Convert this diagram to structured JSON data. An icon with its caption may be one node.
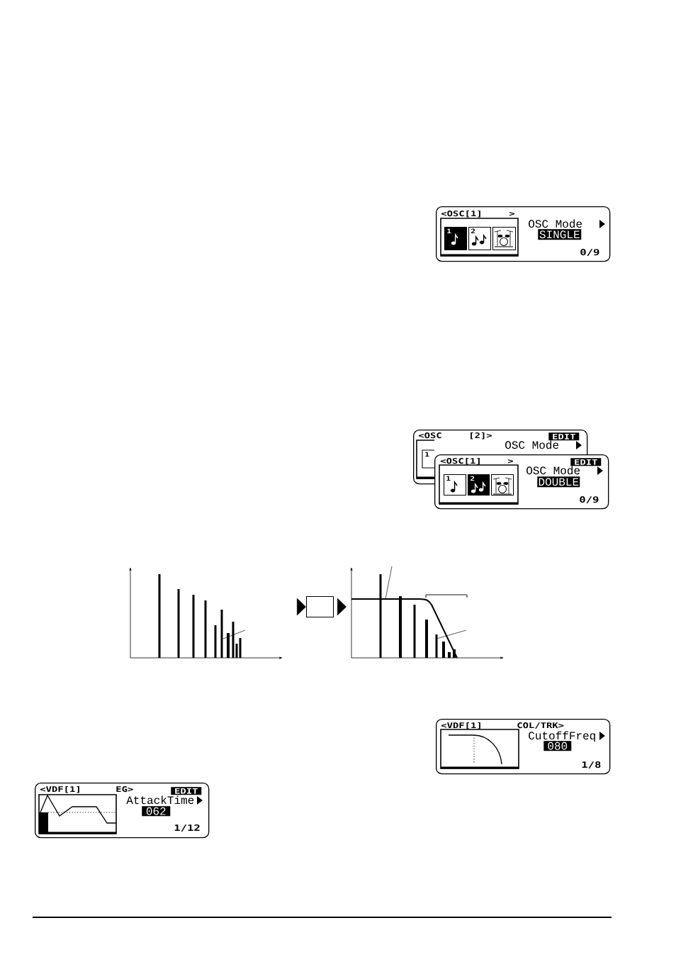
{
  "diagram": {
    "nodes": [
      {
        "text": [
          "<OSC[1]",
          ">",
          "OSC Mode",
          "SINGLE",
          "0/9"
        ]
      },
      {
        "text": [
          "1"
        ],
        "in": 0
      },
      {
        "text": [
          "2"
        ],
        "in": 0
      },
      {
        "text": [],
        "shape": "picture",
        "in": 0
      },
      {
        "text": [
          "<OSC",
          "[2]>",
          "EDIT",
          "OSC Mode"
        ]
      },
      {
        "text": [
          "1"
        ],
        "in": 4
      },
      {
        "text": [
          "<OSC[1]",
          ">",
          "EDIT",
          "OSC Mode",
          "DOUBLE",
          "0/9"
        ]
      },
      {
        "text": [
          "1"
        ],
        "in": 6
      },
      {
        "text": [
          "2"
        ],
        "in": 6
      },
      {
        "text": [],
        "shape": "picture",
        "in": 6
      },
      {
        "text": [],
        "shape": "picture"
      },
      {
        "text": [],
        "shape": "box"
      },
      {
        "text": [],
        "shape": "picture"
      },
      {
        "text": [
          "<VDF[1]",
          "COL/TRK>",
          "CutoffFreq",
          "080",
          "1/8"
        ]
      },
      {
        "text": [
          "<VDF[1]",
          "EG>",
          "EDIT",
          "AttackTime",
          "062",
          "1/12"
        ]
      }
    ],
    "edges": [
      {
        "from": 10,
        "to": 11,
        "arrow": "to"
      },
      {
        "from": 11,
        "to": 12,
        "arrow": "to"
      }
    ]
  }
}
